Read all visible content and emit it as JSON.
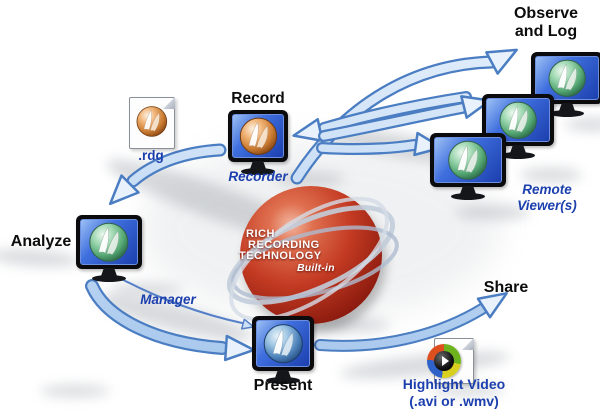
{
  "stages": {
    "observe_log": {
      "line1": "Observe",
      "line2": "and Log"
    },
    "record": {
      "label": "Record",
      "role": "Recorder"
    },
    "analyze": {
      "label": "Analyze",
      "role": "Manager"
    },
    "present": {
      "label": "Present"
    },
    "share": {
      "label": "Share"
    }
  },
  "remote_viewers": {
    "line1": "Remote",
    "line2": "Viewer(s)"
  },
  "files": {
    "rdg": {
      "label": ".rdg"
    },
    "highlight_video": {
      "line1": "Highlight Video",
      "line2": "(.avi or .wmv)"
    }
  },
  "sphere": {
    "line1": "RICH",
    "line2": "RECORDING",
    "line3": "TECHNOLOGY",
    "line4": "Built-in"
  },
  "colors": {
    "arrow_fill": "#c8ddf5",
    "arrow_outline": "#4b7dc2",
    "label_black": "#0c0c0c",
    "label_blue": "#1c3fae",
    "sphere_red": "#c33a22",
    "screen_blue": "#3f6fde",
    "orb_green": "#55a874",
    "orb_orange": "#c97a30"
  },
  "icons": {
    "monitor": "monitor-icon",
    "orb": "morae-orb-icon",
    "rdg_file": "rdg-file-icon",
    "highlight_video": "highlight-video-icon",
    "arrows": "workflow-arrow-icon"
  }
}
